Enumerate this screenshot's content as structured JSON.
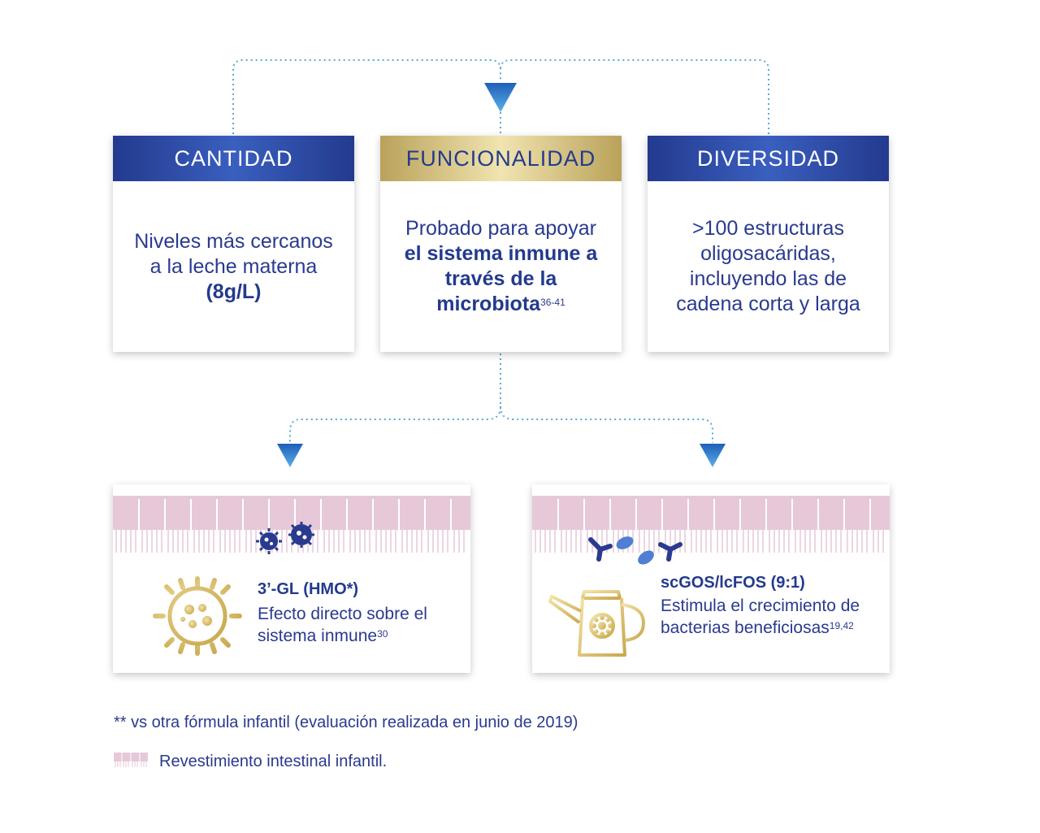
{
  "cards": [
    {
      "title": "CANTIDAD",
      "body_plain": "Niveles más cercanos a la leche materna",
      "body_bold": "(8g/L)"
    },
    {
      "title": "FUNCIONALIDAD",
      "body_plain": "Probado para apoyar",
      "body_bold": "el sistema inmune a través de la microbiota",
      "body_sup": "36-41"
    },
    {
      "title": "DIVERSIDAD",
      "body_plain": ">100 estructuras oligosacáridas, incluyendo las de cadena corta y larga"
    }
  ],
  "bottom_cards": [
    {
      "title": "3’-GL (HMO*)",
      "desc": "Efecto directo sobre el sistema inmune",
      "sup": "30"
    },
    {
      "title": "scGOS/lcFOS (9:1)",
      "desc": "Estimula el crecimiento de bacterias beneficiosas",
      "sup": "19,42"
    }
  ],
  "footnote": "** vs otra fórmula infantil (evaluación realizada en junio de 2019)",
  "legend": "Revestimiento intestinal infantil.",
  "colors": {
    "navy": "#233a8e",
    "gold": "#c9b06a",
    "pink": "#e6c8d8",
    "arrow": "#3d8fd6",
    "dotted": "#5aa7dc"
  }
}
